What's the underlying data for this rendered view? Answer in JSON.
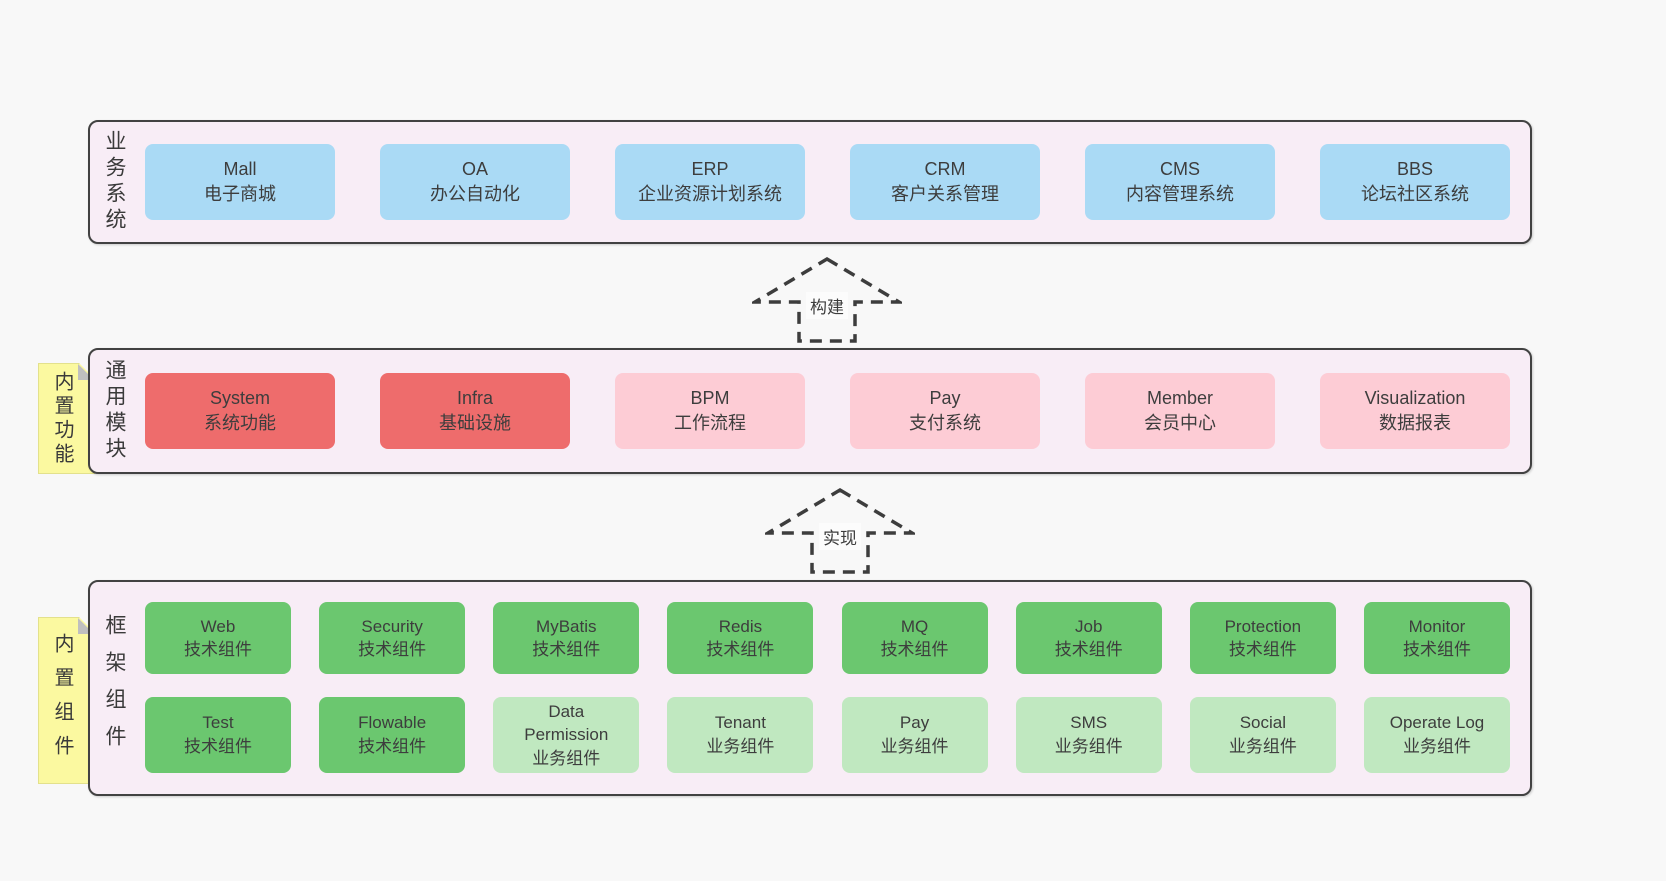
{
  "diagram": {
    "background": "#f8f8f8",
    "panel_background": "#f8edf6",
    "panel_border": "#424242",
    "note_color": "#fbf9a0",
    "text_color": "#3d3d3d",
    "variant_colors": {
      "blue": "#aadaf5",
      "red": "#ee6c6c",
      "pink": "#fdccd5",
      "green": "#6bc76f",
      "light_green": "#c0e8c0"
    }
  },
  "notes": [
    {
      "text": "内置功能"
    },
    {
      "text": "内置组件"
    }
  ],
  "arrows": [
    {
      "label": "构建"
    },
    {
      "label": "实现"
    }
  ],
  "layers": [
    {
      "side_label": "业务系统",
      "boxes": [
        {
          "title": "Mall",
          "subtitle": "电子商城",
          "variant": "blue"
        },
        {
          "title": "OA",
          "subtitle": "办公自动化",
          "variant": "blue"
        },
        {
          "title": "ERP",
          "subtitle": "企业资源计划系统",
          "variant": "blue"
        },
        {
          "title": "CRM",
          "subtitle": "客户关系管理",
          "variant": "blue"
        },
        {
          "title": "CMS",
          "subtitle": "内容管理系统",
          "variant": "blue"
        },
        {
          "title": "BBS",
          "subtitle": "论坛社区系统",
          "variant": "blue"
        }
      ]
    },
    {
      "side_label": "通用模块",
      "boxes": [
        {
          "title": "System",
          "subtitle": "系统功能",
          "variant": "red"
        },
        {
          "title": "Infra",
          "subtitle": "基础设施",
          "variant": "red"
        },
        {
          "title": "BPM",
          "subtitle": "工作流程",
          "variant": "pink"
        },
        {
          "title": "Pay",
          "subtitle": "支付系统",
          "variant": "pink"
        },
        {
          "title": "Member",
          "subtitle": "会员中心",
          "variant": "pink"
        },
        {
          "title": "Visualization",
          "subtitle": "数据报表",
          "variant": "pink"
        }
      ]
    },
    {
      "side_label": "框架组件",
      "rows": [
        [
          {
            "title": "Web",
            "subtitle": "技术组件",
            "variant": "green"
          },
          {
            "title": "Security",
            "subtitle": "技术组件",
            "variant": "green"
          },
          {
            "title": "MyBatis",
            "subtitle": "技术组件",
            "variant": "green"
          },
          {
            "title": "Redis",
            "subtitle": "技术组件",
            "variant": "green"
          },
          {
            "title": "MQ",
            "subtitle": "技术组件",
            "variant": "green"
          },
          {
            "title": "Job",
            "subtitle": "技术组件",
            "variant": "green"
          },
          {
            "title": "Protection",
            "subtitle": "技术组件",
            "variant": "green"
          },
          {
            "title": "Monitor",
            "subtitle": "技术组件",
            "variant": "green"
          }
        ],
        [
          {
            "title": "Test",
            "subtitle": "技术组件",
            "variant": "green"
          },
          {
            "title": "Flowable",
            "subtitle": "技术组件",
            "variant": "green"
          },
          {
            "title": "Data Permission",
            "subtitle": "业务组件",
            "variant": "light_green"
          },
          {
            "title": "Tenant",
            "subtitle": "业务组件",
            "variant": "light_green"
          },
          {
            "title": "Pay",
            "subtitle": "业务组件",
            "variant": "light_green"
          },
          {
            "title": "SMS",
            "subtitle": "业务组件",
            "variant": "light_green"
          },
          {
            "title": "Social",
            "subtitle": "业务组件",
            "variant": "light_green"
          },
          {
            "title": "Operate Log",
            "subtitle": "业务组件",
            "variant": "light_green"
          }
        ]
      ]
    }
  ]
}
